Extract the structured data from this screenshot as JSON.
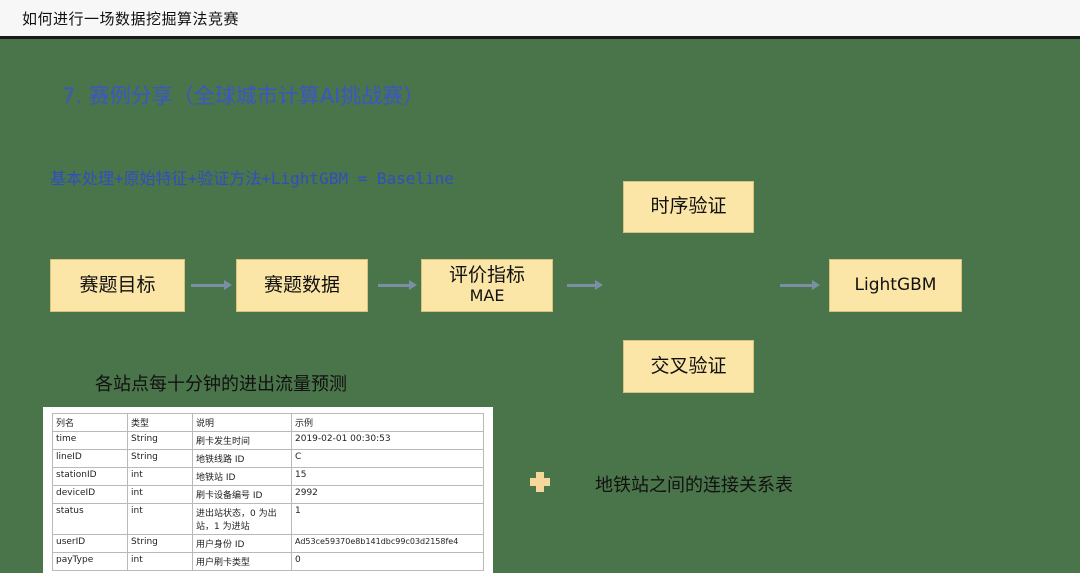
{
  "header": {
    "title": "如何进行一场数据挖掘算法竞赛"
  },
  "section": {
    "title": "7. 赛例分享（全球城市计算AI挑战赛）",
    "formula": "基本处理+原始特征+验证方法+LightGBM = Baseline"
  },
  "flow": {
    "box1": "赛题目标",
    "box2": "赛题数据",
    "box3_line1": "评价指标",
    "box3_line2": "MAE",
    "top": "时序验证",
    "bottom": "交叉验证",
    "final": "LightGBM"
  },
  "table": {
    "title": "各站点每十分钟的进出流量预测",
    "headers": [
      "列名",
      "类型",
      "说明",
      "示例"
    ],
    "rows": [
      [
        "time",
        "String",
        "刷卡发生时间",
        "2019-02-01 00:30:53"
      ],
      [
        "lineID",
        "String",
        "地铁线路 ID",
        "C"
      ],
      [
        "stationID",
        "int",
        "地铁站 ID",
        "15"
      ],
      [
        "deviceID",
        "int",
        "刷卡设备编号 ID",
        "2992"
      ],
      [
        "status",
        "int",
        "进出站状态，0 为出站，1 为进站",
        "1"
      ],
      [
        "userID",
        "String",
        "用户身份 ID",
        "Ad53ce59370e8b141dbc99c03d2158fe4"
      ],
      [
        "payType",
        "int",
        "用户刷卡类型",
        "0"
      ]
    ]
  },
  "note": {
    "text": "地铁站之间的连接关系表"
  }
}
